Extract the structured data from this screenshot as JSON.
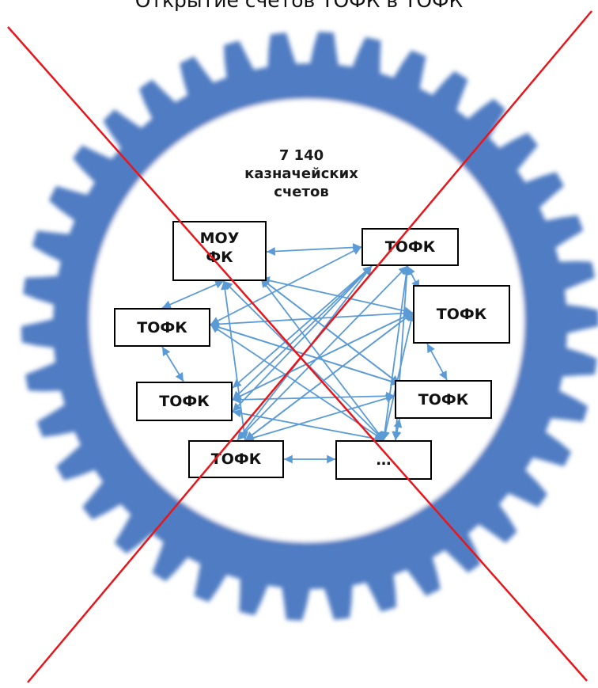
{
  "title": "Открытие счетов ТОФК в ТОФК",
  "count": {
    "number": "7 140",
    "line1": "казначейских",
    "line2": "счетов"
  },
  "nodes": {
    "moufk_line1": "МОУ",
    "moufk_line2": "ФК",
    "tofk_right_top": "ТОФК",
    "tofk_right_mid": "ТОФК",
    "tofk_right_low": "ТОФК",
    "tofk_left_top": "ТОФК",
    "tofk_left_mid": "ТОФК",
    "tofk_left_bottom": "ТОФК",
    "ellipsis": "…"
  },
  "colors": {
    "gear": "#4f7cc2",
    "arrows": "#5b9bd5",
    "cross": "#e8161b"
  }
}
